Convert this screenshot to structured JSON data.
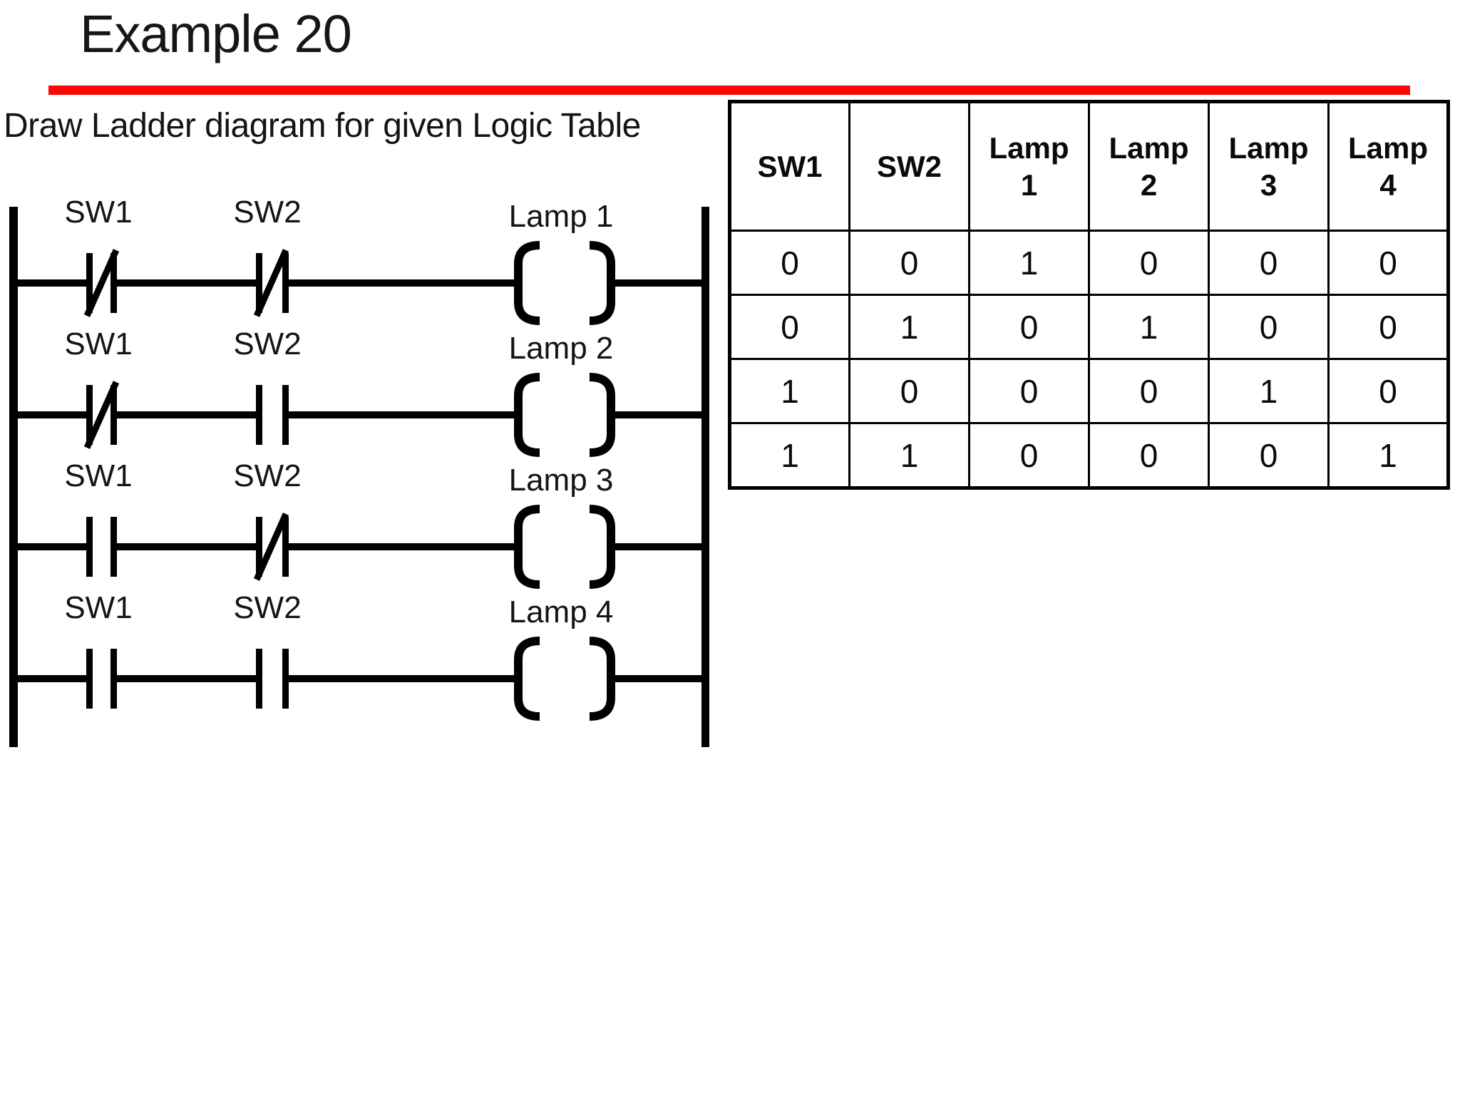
{
  "slide": {
    "title": "Example 20",
    "subtitle": "Draw Ladder diagram for given Logic Table",
    "accent_color": "#fb0505",
    "background_color": "#ffffff"
  },
  "ladder": {
    "rungs": [
      {
        "sw1": {
          "label": "SW1",
          "contact_type": "NC"
        },
        "sw2": {
          "label": "SW2",
          "contact_type": "NC"
        },
        "coil": {
          "label": "Lamp 1"
        }
      },
      {
        "sw1": {
          "label": "SW1",
          "contact_type": "NC"
        },
        "sw2": {
          "label": "SW2",
          "contact_type": "NO"
        },
        "coil": {
          "label": "Lamp 2"
        }
      },
      {
        "sw1": {
          "label": "SW1",
          "contact_type": "NO"
        },
        "sw2": {
          "label": "SW2",
          "contact_type": "NC"
        },
        "coil": {
          "label": "Lamp 3"
        }
      },
      {
        "sw1": {
          "label": "SW1",
          "contact_type": "NO"
        },
        "sw2": {
          "label": "SW2",
          "contact_type": "NO"
        },
        "coil": {
          "label": "Lamp 4"
        }
      }
    ]
  },
  "logic_table": {
    "headers": [
      "SW1",
      "SW2",
      "Lamp\n1",
      "Lamp\n2",
      "Lamp\n3",
      "Lamp\n4"
    ],
    "rows": [
      [
        "0",
        "0",
        "1",
        "0",
        "0",
        "0"
      ],
      [
        "0",
        "1",
        "0",
        "1",
        "0",
        "0"
      ],
      [
        "1",
        "0",
        "0",
        "0",
        "1",
        "0"
      ],
      [
        "1",
        "1",
        "0",
        "0",
        "0",
        "1"
      ]
    ]
  }
}
